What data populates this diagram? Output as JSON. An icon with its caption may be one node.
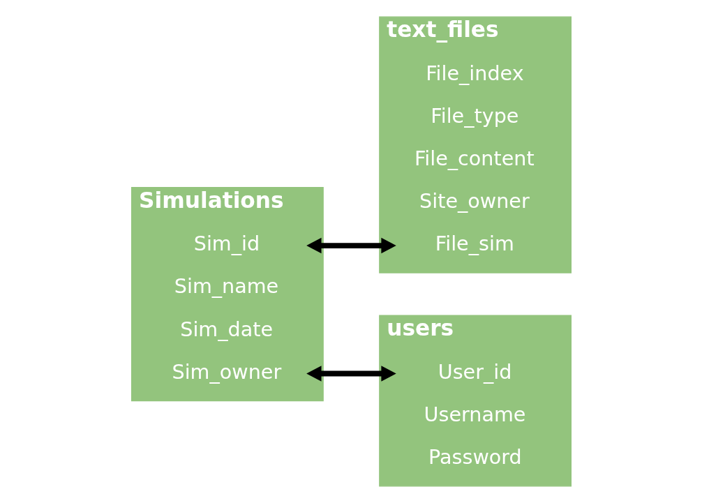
{
  "diagram": {
    "nodes": [
      {
        "text": [
          "Simulations"
        ]
      },
      {
        "text": [
          "Sim_id"
        ],
        "in": 0
      },
      {
        "text": [
          "Sim_name"
        ],
        "in": 0
      },
      {
        "text": [
          "Sim_date"
        ],
        "in": 0
      },
      {
        "text": [
          "Sim_owner"
        ],
        "in": 0
      },
      {
        "text": [
          "text_files"
        ]
      },
      {
        "text": [
          "File_index"
        ],
        "in": 5
      },
      {
        "text": [
          "File_type"
        ],
        "in": 5
      },
      {
        "text": [
          "File_content"
        ],
        "in": 5
      },
      {
        "text": [
          "Site_owner"
        ],
        "in": 5
      },
      {
        "text": [
          "File_sim"
        ],
        "in": 5
      },
      {
        "text": [
          "users"
        ]
      },
      {
        "text": [
          "User_id"
        ],
        "in": 11
      },
      {
        "text": [
          "Username"
        ],
        "in": 11
      },
      {
        "text": [
          "Password"
        ],
        "in": 11
      }
    ],
    "edges": [
      {
        "from": 1,
        "to": 10,
        "arrow": "both"
      },
      {
        "from": 4,
        "to": 12,
        "arrow": "both"
      }
    ]
  }
}
